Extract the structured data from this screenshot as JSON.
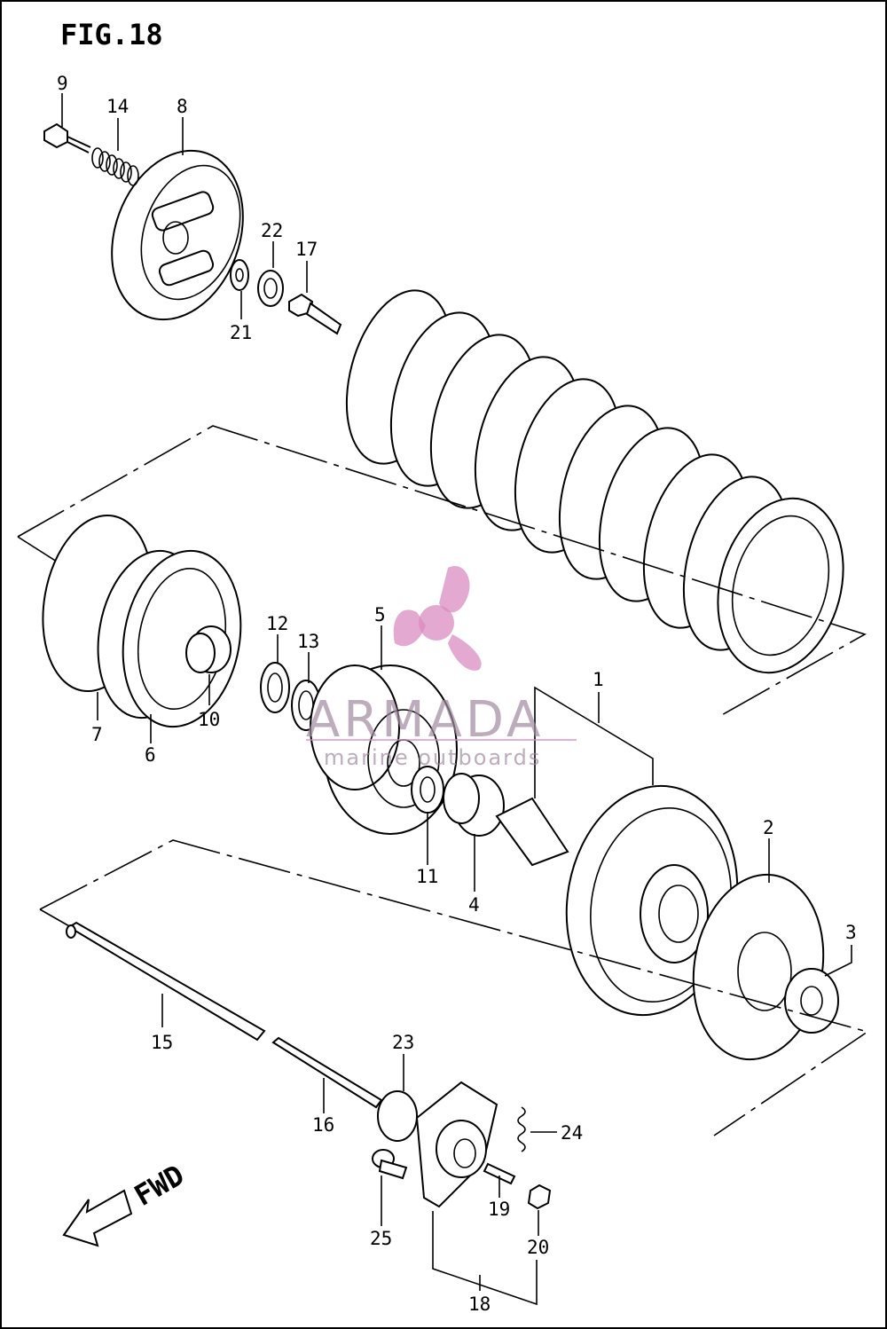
{
  "figure": {
    "title": "FIG.18",
    "direction": "FWD"
  },
  "watermark": {
    "brand": "ARMADA",
    "tagline": "marine outboards",
    "color": "#d98cc0"
  },
  "callouts": [
    "1",
    "2",
    "3",
    "4",
    "5",
    "6",
    "7",
    "8",
    "9",
    "10",
    "11",
    "12",
    "13",
    "14",
    "15",
    "16",
    "17",
    "18",
    "19",
    "20",
    "21",
    "22",
    "23",
    "24",
    "25"
  ]
}
